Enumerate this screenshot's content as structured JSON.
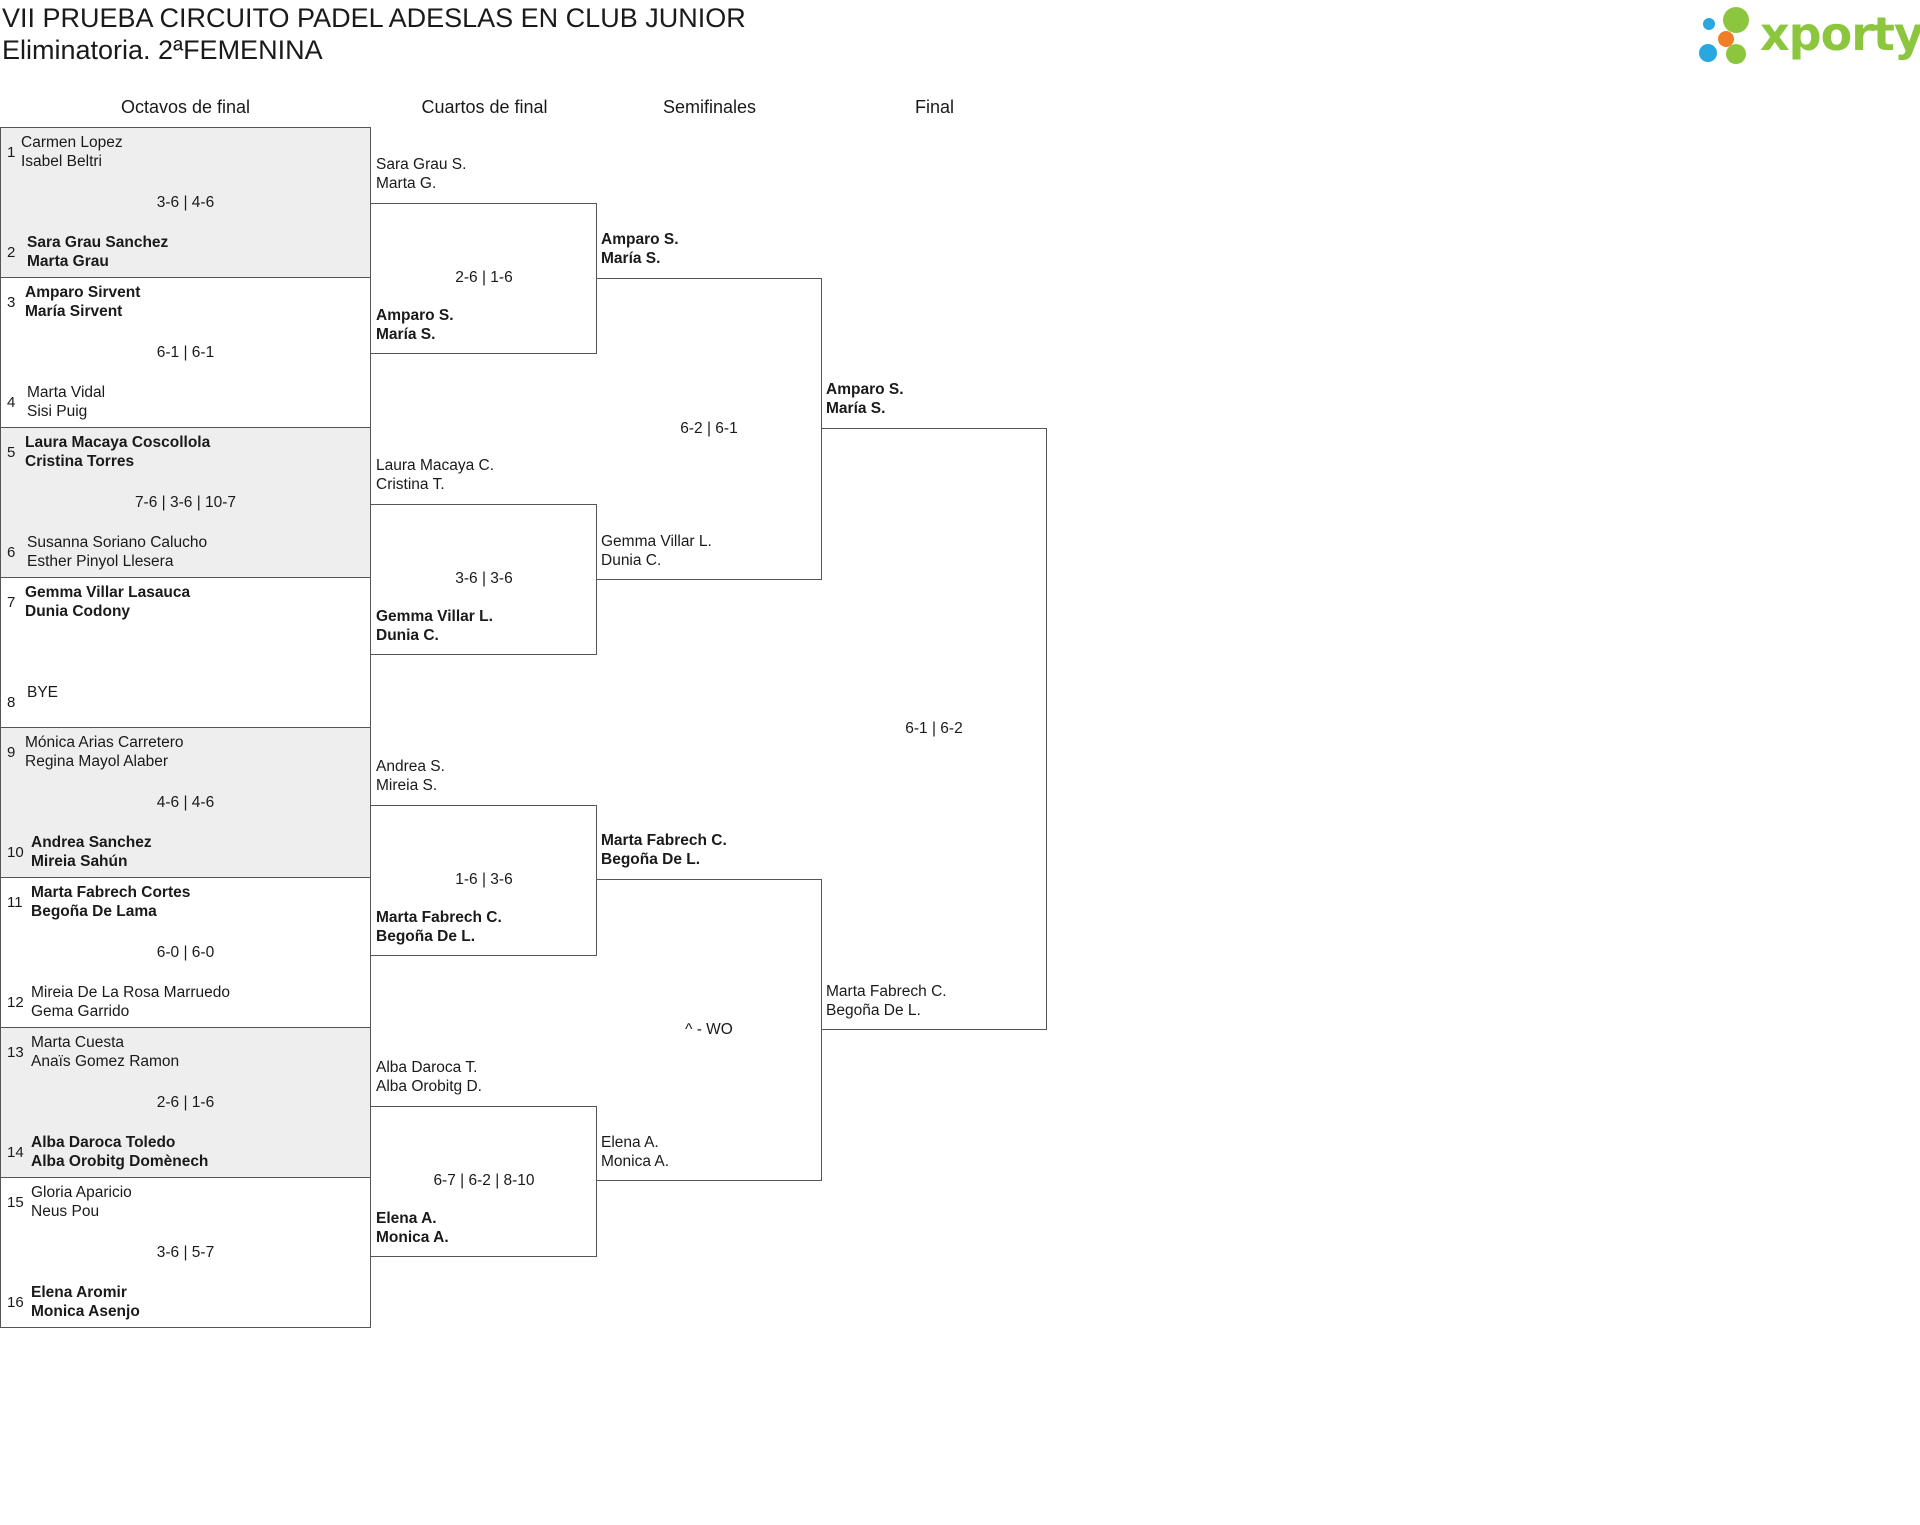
{
  "header": {
    "title": "VII PRUEBA CIRCUITO PADEL ADESLAS EN CLUB JUNIOR",
    "subtitle": "Eliminatoria. 2ªFEMENINA",
    "logo_text": "xporty",
    "logo_colors": [
      "#8cc63f",
      "#f07e26",
      "#29a8e0"
    ]
  },
  "rounds": [
    "Octavos de final",
    "Cuartos de final",
    "Semifinales",
    "Final"
  ],
  "r16": [
    {
      "seed_a": "1",
      "a1": "Carmen Lopez",
      "a2": "Isabel Beltri",
      "score": "3-6 | 4-6",
      "seed_b": "2",
      "b1": "Sara Grau Sanchez",
      "b2": "Marta Grau",
      "winner": "b",
      "shade": true
    },
    {
      "seed_a": "3",
      "a1": "Amparo Sirvent",
      "a2": "María Sirvent",
      "score": "6-1 | 6-1",
      "seed_b": "4",
      "b1": "Marta Vidal",
      "b2": "Sisi Puig",
      "winner": "a",
      "shade": false
    },
    {
      "seed_a": "5",
      "a1": "Laura Macaya Coscollola",
      "a2": "Cristina Torres",
      "score": "7-6 | 3-6 | 10-7",
      "seed_b": "6",
      "b1": "Susanna Soriano Calucho",
      "b2": "Esther Pinyol Llesera",
      "winner": "a",
      "shade": true
    },
    {
      "seed_a": "7",
      "a1": "Gemma Villar Lasauca",
      "a2": "Dunia Codony",
      "score": "",
      "seed_b": "8",
      "b1": "BYE",
      "b2": "",
      "winner": "a",
      "shade": false
    },
    {
      "seed_a": "9",
      "a1": "Mónica Arias Carretero",
      "a2": "Regina Mayol Alaber",
      "score": "4-6 | 4-6",
      "seed_b": "10",
      "b1": "Andrea Sanchez",
      "b2": "Mireia Sahún",
      "winner": "b",
      "shade": true
    },
    {
      "seed_a": "11",
      "a1": "Marta Fabrech Cortes",
      "a2": "Begoña De Lama",
      "score": "6-0 | 6-0",
      "seed_b": "12",
      "b1": "Mireia De La Rosa Marruedo",
      "b2": "Gema Garrido",
      "winner": "a",
      "shade": false
    },
    {
      "seed_a": "13",
      "a1": "Marta Cuesta",
      "a2": "Anaïs Gomez Ramon",
      "score": "2-6 | 1-6",
      "seed_b": "14",
      "b1": "Alba Daroca Toledo",
      "b2": "Alba Orobitg Domènech",
      "winner": "b",
      "shade": true
    },
    {
      "seed_a": "15",
      "a1": "Gloria Aparicio",
      "a2": "Neus Pou",
      "score": "3-6 | 5-7",
      "seed_b": "16",
      "b1": "Elena Aromir",
      "b2": "Monica Asenjo",
      "winner": "b",
      "shade": false
    }
  ],
  "qf": [
    {
      "a1": "Sara Grau S.",
      "a2": "Marta G.",
      "score": "2-6 | 1-6",
      "b1": "Amparo S.",
      "b2": "María S.",
      "winner": "b"
    },
    {
      "a1": "Laura Macaya C.",
      "a2": "Cristina T.",
      "score": "3-6 | 3-6",
      "b1": "Gemma Villar L.",
      "b2": "Dunia C.",
      "winner": "b"
    },
    {
      "a1": "Andrea S.",
      "a2": "Mireia S.",
      "score": "1-6 | 3-6",
      "b1": "Marta Fabrech C.",
      "b2": "Begoña De L.",
      "winner": "b"
    },
    {
      "a1": "Alba Daroca T.",
      "a2": "Alba Orobitg D.",
      "score": "6-7 | 6-2 | 8-10",
      "b1": "Elena A.",
      "b2": "Monica A.",
      "winner": "b"
    }
  ],
  "sf": [
    {
      "a1": "Amparo S.",
      "a2": "María S.",
      "score": "6-2 | 6-1",
      "b1": "Gemma Villar L.",
      "b2": "Dunia C.",
      "winner": "a"
    },
    {
      "a1": "Marta Fabrech C.",
      "a2": "Begoña De L.",
      "score": "^ - WO",
      "b1": "Elena A.",
      "b2": "Monica A.",
      "winner": "a"
    }
  ],
  "final": {
    "a1": "Amparo S.",
    "a2": "María S.",
    "score": "6-1 | 6-2",
    "b1": "Marta Fabrech C.",
    "b2": "Begoña De L.",
    "winner": "a"
  }
}
